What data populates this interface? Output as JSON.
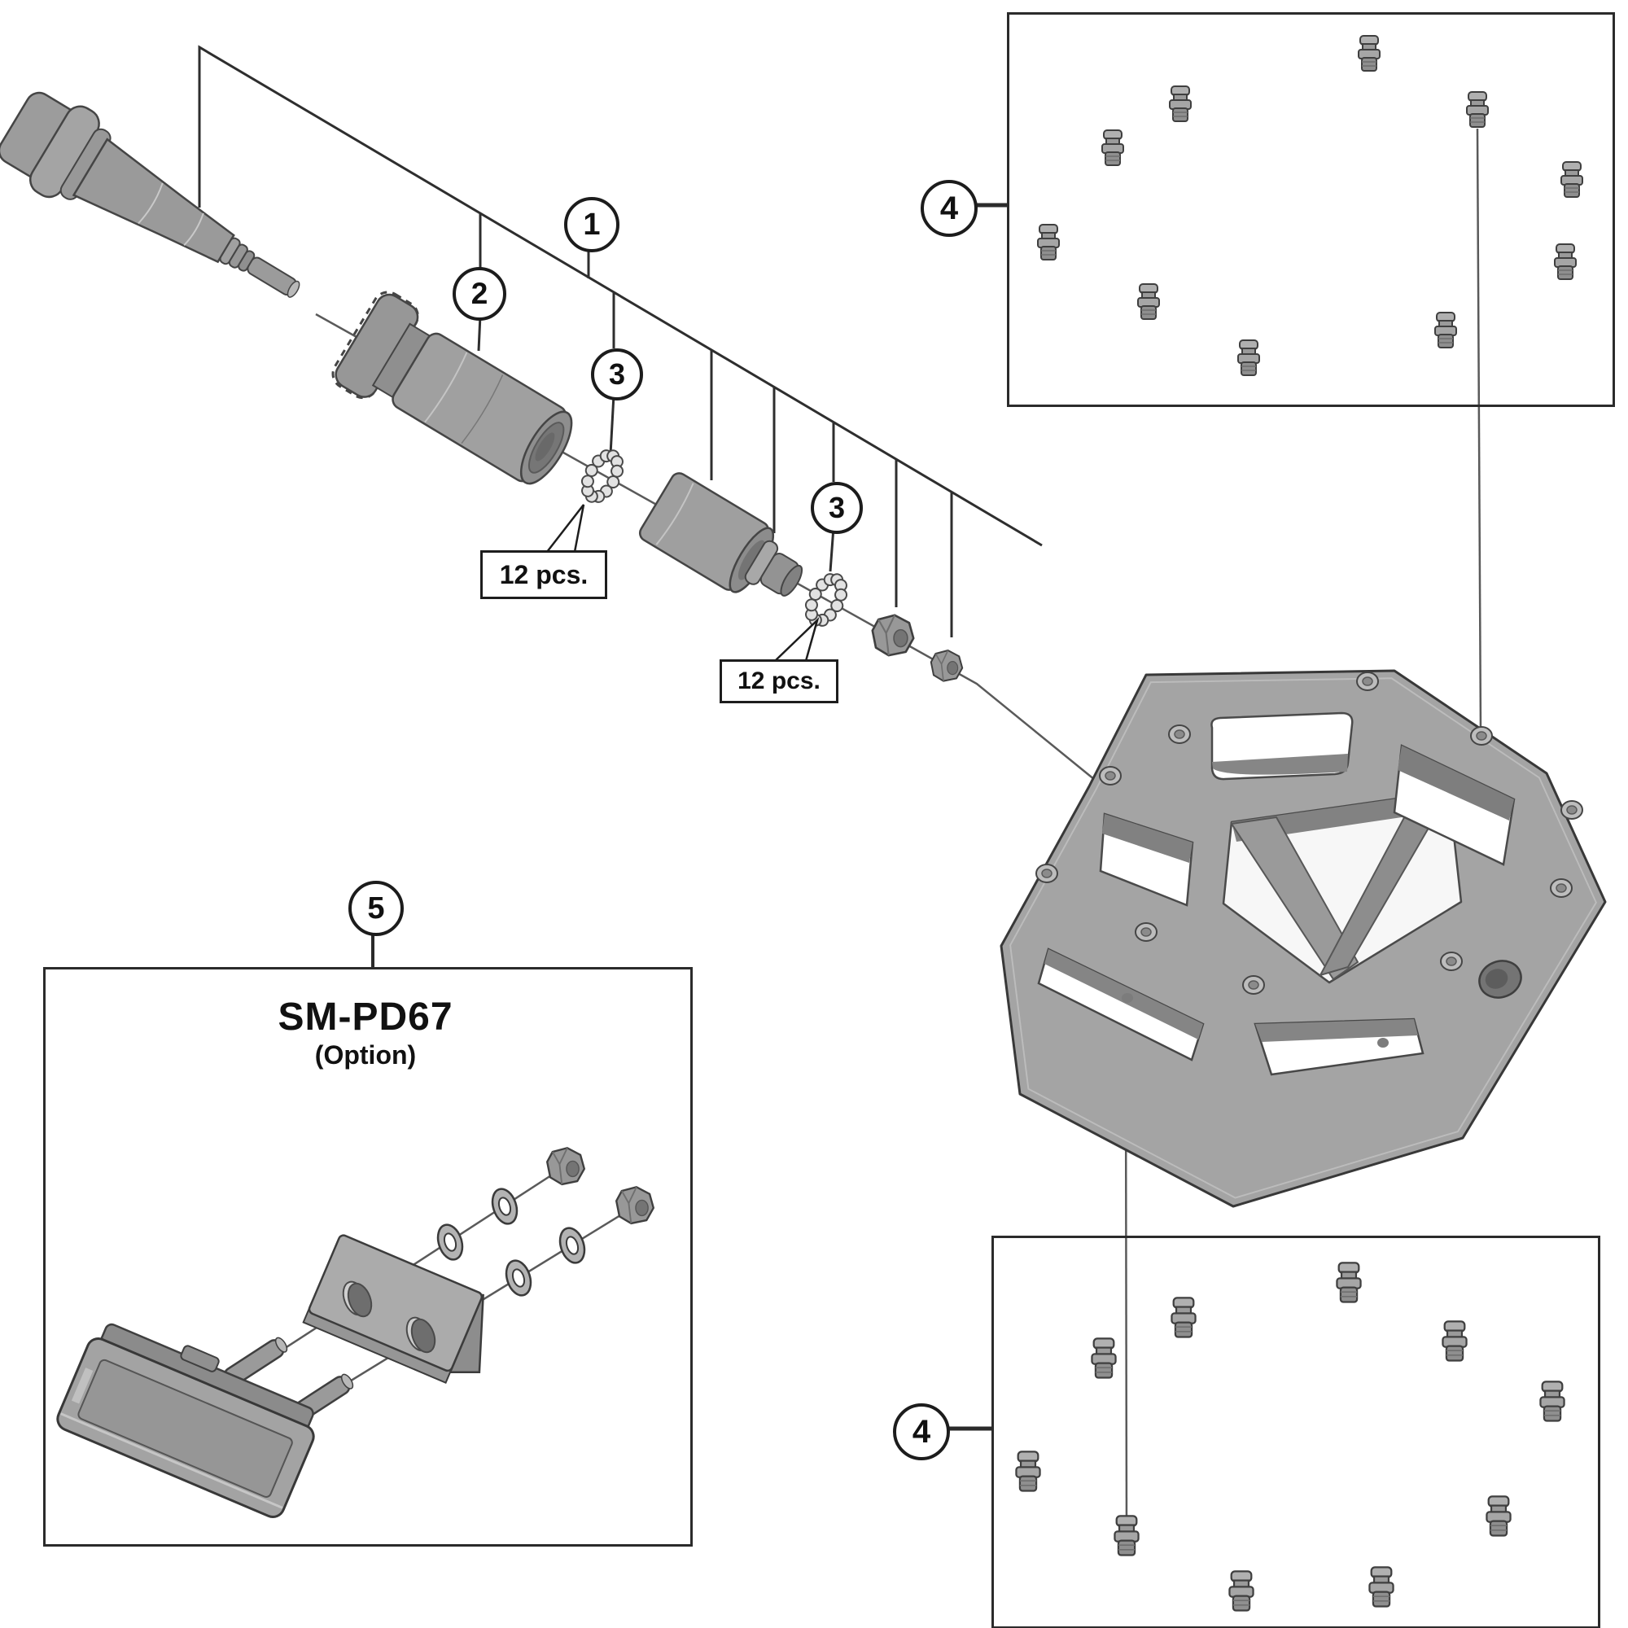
{
  "diagram_type": "exploded-parts-diagram",
  "callouts": {
    "c1": "1",
    "c2": "2",
    "c3a": "3",
    "c3b": "3",
    "c4a": "4",
    "c4b": "4",
    "c5": "5"
  },
  "labels": {
    "qty_note_1": "12 pcs.",
    "qty_note_2": "12 pcs."
  },
  "option_kit": {
    "title": "SM-PD67",
    "subtitle": "(Option)"
  },
  "boxes": {
    "pin_kit_top": {
      "callout": "4",
      "pin_count": 10
    },
    "pin_kit_bottom": {
      "callout": "4",
      "pin_count": 10
    },
    "option_kit": {
      "callout": "5"
    }
  },
  "parts_semantic": [
    "pedal-axle",
    "axle-cone-body",
    "bearing-retainer-ring",
    "bearing-sleeve",
    "inner-cone",
    "lock-hex-nut",
    "end-nut",
    "pedal-body",
    "traction-pin",
    "reflector",
    "reflector-bracket",
    "washer",
    "hex-nut"
  ],
  "colors": {
    "background": "#ffffff",
    "line": "#2e2e2e",
    "thin_line": "#5a5a5a",
    "part_fill": "#a0a0a0",
    "part_shadow": "#787878",
    "part_highlight": "#c6c6c6",
    "text": "#111111"
  }
}
